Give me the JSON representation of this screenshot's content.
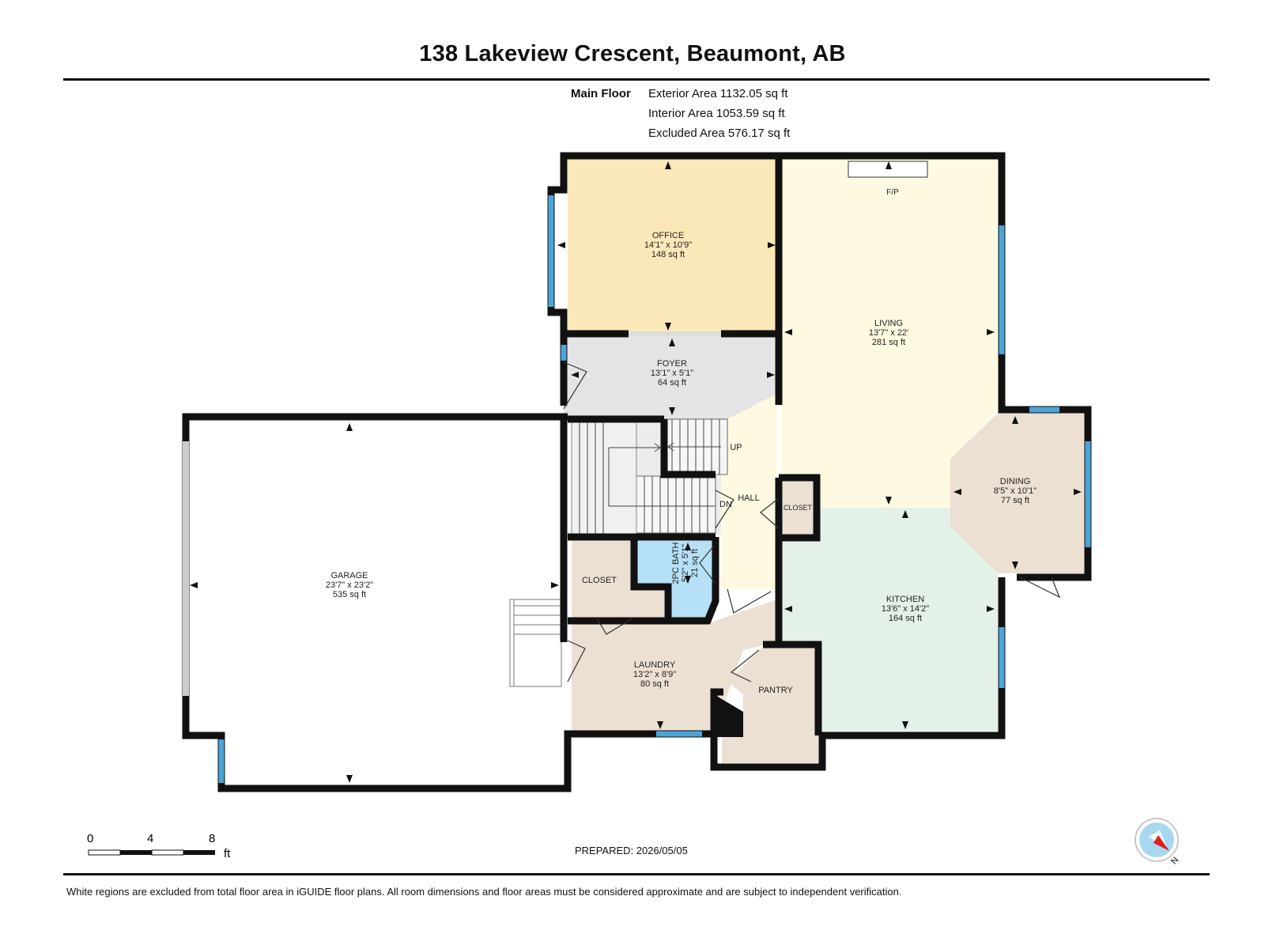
{
  "header": {
    "title": "138 Lakeview Crescent, Beaumont, AB",
    "floor_label": "Main Floor",
    "areas": [
      "Exterior Area 1132.05 sq ft",
      "Interior Area 1053.59 sq ft",
      "Excluded Area 576.17 sq ft"
    ]
  },
  "rooms": {
    "office": {
      "name": "OFFICE",
      "dims": "14'1\" x 10'9\"",
      "area": "148 sq ft"
    },
    "living": {
      "name": "LIVING",
      "dims": "13'7\" x 22'",
      "area": "281 sq ft"
    },
    "foyer": {
      "name": "FOYER",
      "dims": "13'1\" x 5'1\"",
      "area": "64 sq ft"
    },
    "dining": {
      "name": "DINING",
      "dims": "8'5\" x 10'1\"",
      "area": "77 sq ft"
    },
    "garage": {
      "name": "GARAGE",
      "dims": "23'7\" x 23'2\"",
      "area": "535 sq ft"
    },
    "kitchen": {
      "name": "KITCHEN",
      "dims": "13'6\" x 14'2\"",
      "area": "164 sq ft"
    },
    "laundry": {
      "name": "LAUNDRY",
      "dims": "13'2\" x 8'9\"",
      "area": "80 sq ft"
    },
    "bath": {
      "name": "2PC BATH",
      "dims": "5'2\" x 5'1\"",
      "area": "21 sq ft"
    },
    "closet_main": {
      "name": "CLOSET"
    },
    "closet_small": {
      "name": "CLOSET"
    },
    "hall": {
      "name": "HALL"
    },
    "pantry": {
      "name": "PANTRY"
    }
  },
  "annotations": {
    "fireplace": "F/P",
    "stairs_up": "UP",
    "stairs_down": "DN"
  },
  "scale": {
    "ticks": [
      "0",
      "4",
      "8"
    ],
    "unit": "ft"
  },
  "prepared": "PREPARED: 2026/05/05",
  "disclaimer": "White regions are excluded from total floor area in iGUIDE floor plans. All room dimensions and floor areas must be considered approximate and are subject to independent verification.",
  "compass": {
    "label": "N",
    "icon": "compass-icon"
  },
  "colors": {
    "office": "#fbe8b8",
    "living": "#fef9e0",
    "foyer": "#e4e4e4",
    "dining": "#ebe0d2",
    "kitchen": "#e4f1e8",
    "laundry": "#ebe0d2",
    "bath": "#b6e0f5",
    "hall": "#fef9e0",
    "wall": "#111111",
    "window": "#4da3d6"
  }
}
